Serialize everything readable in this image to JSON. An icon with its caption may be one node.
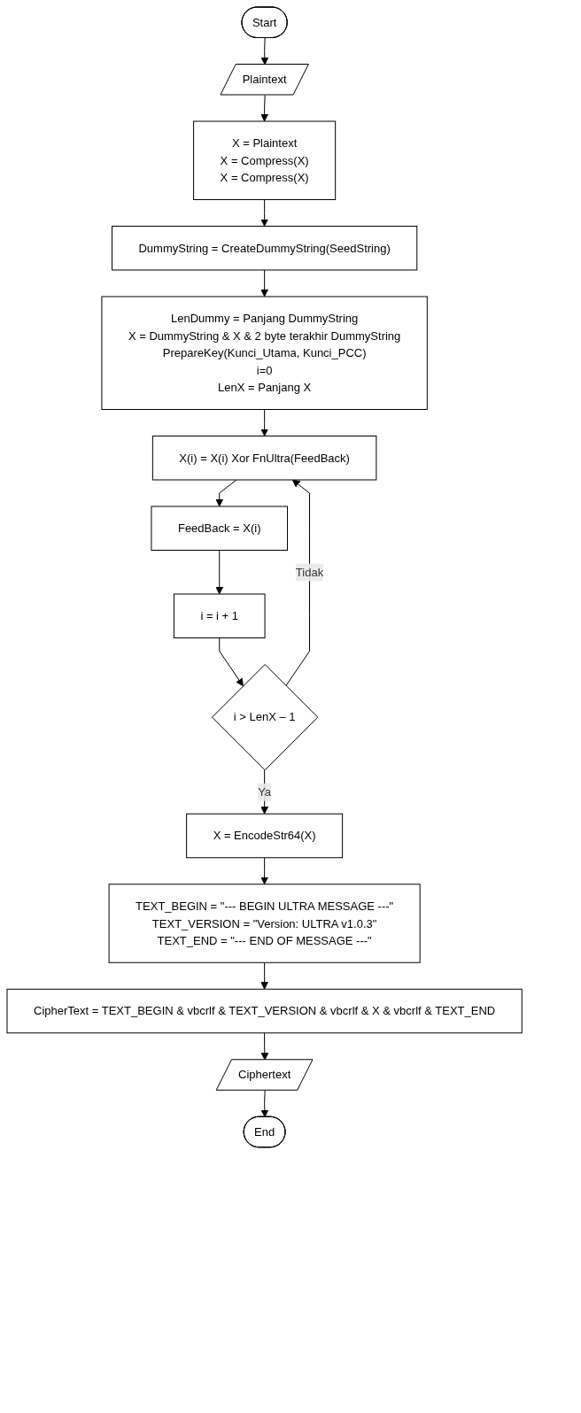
{
  "diagram": {
    "nodes": [
      {
        "text": [
          "Start"
        ]
      },
      {
        "text": [
          "Plaintext"
        ]
      },
      {
        "text": [
          "X = Plaintext",
          "X = Compress(X)",
          "X = Compress(X)"
        ]
      },
      {
        "text": [
          "DummyString = CreateDummyString(SeedString)"
        ]
      },
      {
        "text": [
          "LenDummy = Panjang DummyString",
          "X = DummyString & X & 2 byte terakhir DummyString",
          "PrepareKey(Kunci_Utama, Kunci_PCC)",
          "i=0",
          "LenX = Panjang X"
        ]
      },
      {
        "text": [
          "X(i) = X(i) Xor FnUltra(FeedBack)"
        ]
      },
      {
        "text": [
          "FeedBack = X(i)"
        ]
      },
      {
        "text": [
          "i = i + 1"
        ]
      },
      {
        "text": [
          "i > LenX – 1"
        ]
      },
      {
        "text": [
          "X = EncodeStr64(X)"
        ]
      },
      {
        "text": [
          "TEXT_BEGIN = \"--- BEGIN ULTRA MESSAGE ---\"",
          "TEXT_VERSION = \"Version: ULTRA v1.0.3\"",
          "TEXT_END = \"--- END OF MESSAGE ---\""
        ]
      },
      {
        "text": [
          "CipherText = TEXT_BEGIN & vbcrlf & TEXT_VERSION & vbcrlf & X & vbcrlf & TEXT_END"
        ]
      },
      {
        "text": [
          "Ciphertext"
        ]
      },
      {
        "text": [
          "End"
        ]
      }
    ],
    "edges": [
      {
        "from": 0,
        "to": 1,
        "arrow": "to"
      },
      {
        "from": 1,
        "to": 2,
        "arrow": "to"
      },
      {
        "from": 2,
        "to": 3,
        "arrow": "to"
      },
      {
        "from": 3,
        "to": 4,
        "arrow": "to"
      },
      {
        "from": 4,
        "to": 5,
        "arrow": "to"
      },
      {
        "from": 5,
        "to": 6,
        "arrow": "to"
      },
      {
        "from": 6,
        "to": 7,
        "arrow": "to"
      },
      {
        "from": 7,
        "to": 8,
        "arrow": "to"
      },
      {
        "from": 8,
        "to": 5,
        "label": "Tidak",
        "arrow": "to"
      },
      {
        "from": 8,
        "to": 9,
        "label": "Ya",
        "arrow": "to"
      },
      {
        "from": 9,
        "to": 10,
        "arrow": "to"
      },
      {
        "from": 10,
        "to": 11,
        "arrow": "to"
      },
      {
        "from": 11,
        "to": 12,
        "arrow": "to"
      },
      {
        "from": 12,
        "to": 13,
        "arrow": "to"
      }
    ]
  }
}
